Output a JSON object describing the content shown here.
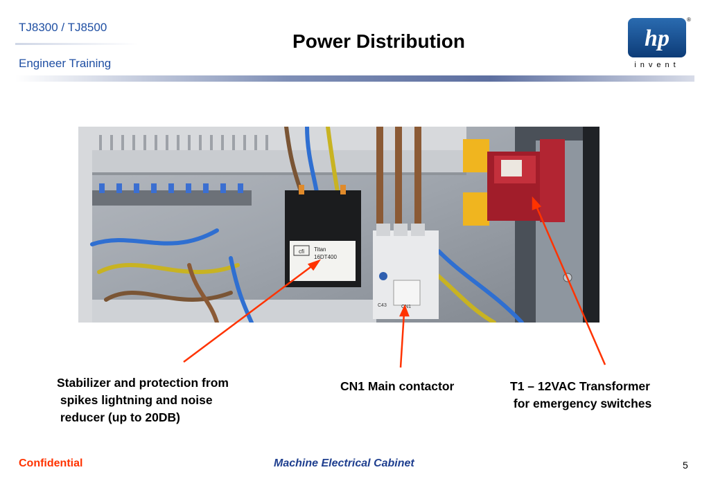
{
  "header": {
    "model": "TJ8300 / TJ8500",
    "subtitle": "Engineer  Training",
    "title": "Power Distribution"
  },
  "logo": {
    "brand": "hp",
    "tagline": "invent",
    "mark": "®"
  },
  "captions": {
    "stabilizer": "Stabilizer and protection from\n spikes lightning and noise\n reducer (up to 20DB)",
    "contactor": "CN1 Main contactor",
    "transformer": "T1 – 12VAC Transformer\n for emergency switches"
  },
  "photo_labels": {
    "titan_brand": "Titan",
    "titan_model": "16DT400",
    "cfi": "cfi",
    "c43": "C43",
    "cn1": "CN1"
  },
  "footer": {
    "confidential": "Confidential",
    "center": "Machine Electrical Cabinet",
    "page": "5"
  },
  "colors": {
    "header_blue": "#1f4fa3",
    "confidential": "#ff3300",
    "footer_blue": "#1f3f8f",
    "arrow": "#ff3300"
  }
}
